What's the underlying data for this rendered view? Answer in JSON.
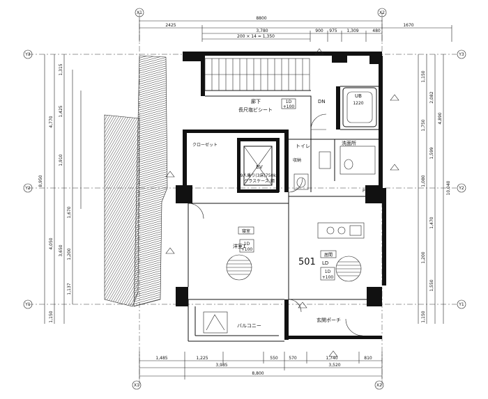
{
  "grid_labels": {
    "x1_top": "X1",
    "x2_top": "X2",
    "x1_bottom": "X1",
    "x2_bottom": "X2",
    "y3_left": "Y3",
    "y2_left": "Y2",
    "y1_left": "Y1",
    "y3_right": "Y3",
    "y2_right": "Y2",
    "y1_right": "Y1"
  },
  "top_dims": {
    "overall": "8800",
    "d2425": "2425",
    "d3780": "3,780",
    "d900": "900",
    "d975": "975",
    "d1309": "1,309",
    "d480": "480",
    "d1670": "1670",
    "stair": "200 × 14 = 1,350"
  },
  "bottom_dims": {
    "d1485": "1,485",
    "d1225": "1,225",
    "d3985": "3,985",
    "d550": "550",
    "d570": "570",
    "d1740": "1,740",
    "d810": "810",
    "d3520": "3,520",
    "overall": "8,800"
  },
  "left_dims": {
    "d4770": "4,770",
    "d1315": "1,315",
    "d1425": "1,425",
    "d1910": "1,910",
    "d4050": "4,050",
    "d3650": "3,650",
    "d1670": "1,670",
    "d1200": "1,200",
    "d1137": "1,137",
    "d1150": "1,150",
    "d8950": "8,950"
  },
  "right_dims": {
    "d1150": "1,150",
    "d2082": "2,082",
    "d1750": "1,750",
    "d1599": "1,599",
    "d1080": "1,080",
    "d1470": "1,470",
    "d1200": "1,200",
    "d1550": "1,550",
    "d1150b": "1,150",
    "d10040": "10,040",
    "d4890": "4,890"
  },
  "rooms": {
    "corridor": "廊下",
    "corridor_floor": "長尺塩ビシート",
    "dn": "DN",
    "ub": "UB",
    "ub_size": "1220",
    "ev": "EV",
    "ev_spec": "9人乗り(3床)750kg",
    "ev_spec2": "グラスケース 鋼",
    "toilet": "トイレ",
    "washroom": "洗面所",
    "bedroom_tag": "寝室",
    "bedroom": "洋室1",
    "ldk_tag": "居間",
    "ldk": "LD",
    "unit_no": "501",
    "balcony": "バルコニー",
    "porch": "玄関ポーチ",
    "closet": "クローゼット",
    "storage": "収納",
    "pipe": "PS"
  },
  "floor_tags": {
    "bed_a": "1D",
    "bed_b": "+100",
    "ldk_a": "1D",
    "ldk_b": "+100",
    "corr_a": "1D",
    "corr_b": "+100"
  }
}
